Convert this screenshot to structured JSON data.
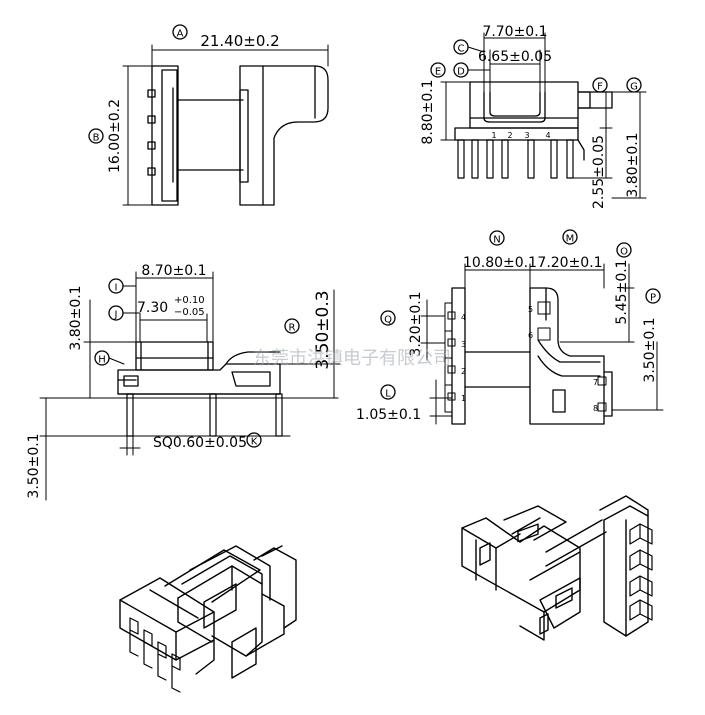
{
  "labels": {
    "A": "A",
    "B": "B",
    "C": "C",
    "D": "D",
    "E": "E",
    "F": "F",
    "G": "G",
    "H": "H",
    "I": "I",
    "J": "J",
    "K": "K",
    "L": "L",
    "M": "M",
    "N": "N",
    "O": "O",
    "P": "P",
    "Q": "Q",
    "R": "R"
  },
  "dims": {
    "a": "21.40±0.2",
    "b": "16.00±0.2",
    "c": "7.70±0.1",
    "d": "6.65±0.05",
    "e": "8.80±0.1",
    "g1": "2.55±0.05",
    "g2": "3.80±0.1",
    "i": "8.70±0.1",
    "j_main": "7.30",
    "j_plus": "+0.10",
    "j_minus": "−0.05",
    "h": "3.80±0.1",
    "r": "3.50±0.3",
    "k": "SQ0.60±0.05",
    "side_h": "3.50±0.1",
    "n": "10.80±0.1",
    "m": "7.20±0.1",
    "o": "5.45±0.1",
    "p": "3.50±0.1",
    "q": "3.20±0.1",
    "l": "1.05±0.1"
  },
  "pins": {
    "top_right": [
      "1",
      "2",
      "3",
      "4"
    ],
    "left": [
      "4",
      "3",
      "2",
      "1"
    ],
    "right": [
      "5",
      "6",
      "7",
      "8"
    ]
  },
  "watermark": "东莞市洪镇电子有限公司",
  "colors": {
    "line": "#000000",
    "watermark": "#9aa3ad"
  }
}
